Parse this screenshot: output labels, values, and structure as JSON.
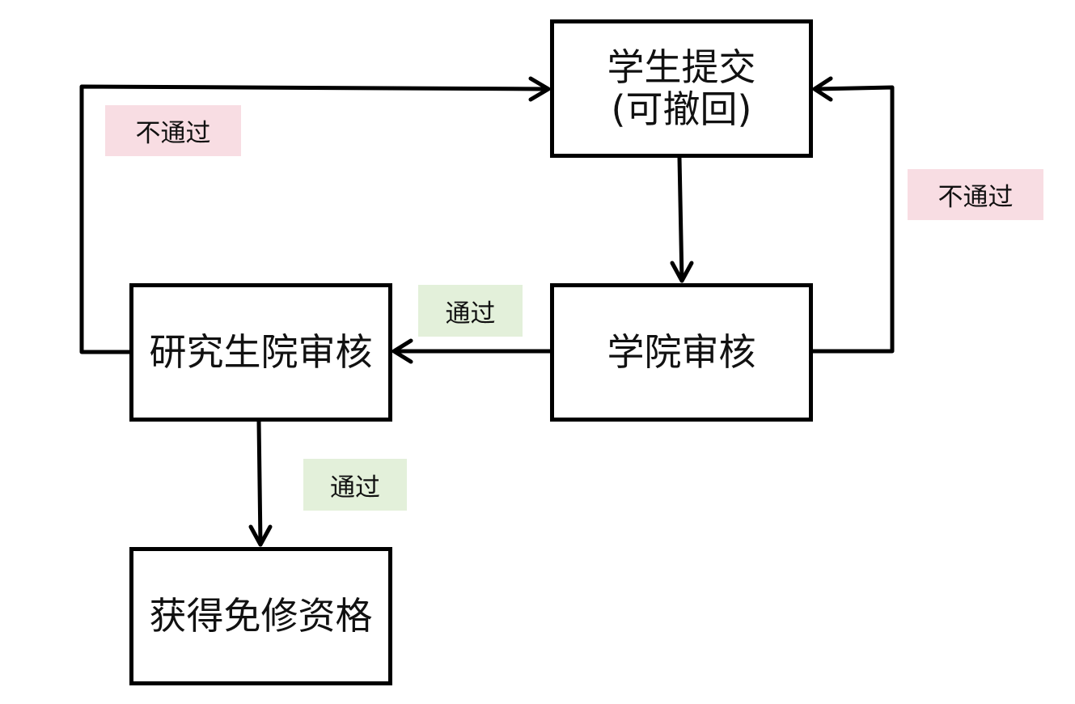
{
  "nodes": {
    "student_submit": {
      "line1": "学生提交",
      "line2": "(可撤回)"
    },
    "college_review": {
      "label": "学院审核"
    },
    "graduate_review": {
      "label": "研究生院审核"
    },
    "exemption": {
      "label": "获得免修资格"
    }
  },
  "tags": {
    "fail_left": "不通过",
    "fail_right": "不通过",
    "pass_college_to_graduate": "通过",
    "pass_graduate_to_exemption": "通过"
  },
  "colors": {
    "fail_bg": "#f8dde3",
    "pass_bg": "#e3f0da",
    "line": "#000000",
    "background": "#ffffff"
  }
}
